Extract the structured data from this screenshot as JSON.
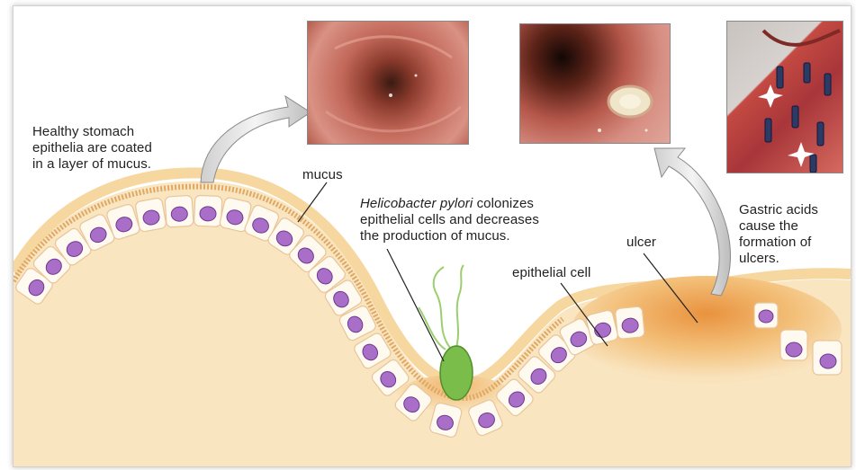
{
  "labels": {
    "healthy_line1": "Healthy stomach",
    "healthy_line2": "epithelia are coated",
    "healthy_line3": "in a layer of mucus.",
    "mucus": "mucus",
    "hp_italic": "Helicobacter pylori",
    "hp_rest1": " colonizes",
    "hp_line2": "epithelial cells and decreases",
    "hp_line3": "the production of mucus.",
    "ulcer": "ulcer",
    "epithelial_cell": "epithelial cell",
    "gastric_line1": "Gastric acids",
    "gastric_line2": "cause the",
    "gastric_line3": "formation of",
    "gastric_line4": "ulcers."
  },
  "colors": {
    "tissue": "#f9e5bf",
    "tissue_dark": "#f3c98c",
    "cell_fill": "#fffaf0",
    "nucleus": "#a86ec8",
    "mucus_layer": "#f5d49a",
    "bacterium": "#7bbd4a",
    "ulcer_orange": "#e8a050",
    "arrow_fill": "#e6e6e6"
  }
}
